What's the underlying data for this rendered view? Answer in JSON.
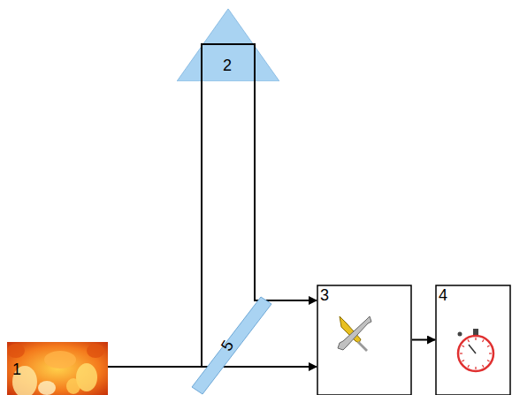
{
  "diagram": {
    "nodes": [
      {
        "text": [
          "2"
        ]
      },
      {
        "text": [
          "1"
        ]
      },
      {
        "text": [
          "5"
        ]
      },
      {
        "text": [
          "3"
        ]
      },
      {
        "text": [
          "4"
        ]
      }
    ],
    "edges": [
      {
        "from": 1,
        "to": 3,
        "arrow": "to"
      },
      {
        "from": 2,
        "to": 0,
        "arrow": "none"
      },
      {
        "from": 0,
        "to": 3,
        "arrow": "to"
      },
      {
        "from": 3,
        "to": 4,
        "arrow": "to"
      }
    ]
  }
}
